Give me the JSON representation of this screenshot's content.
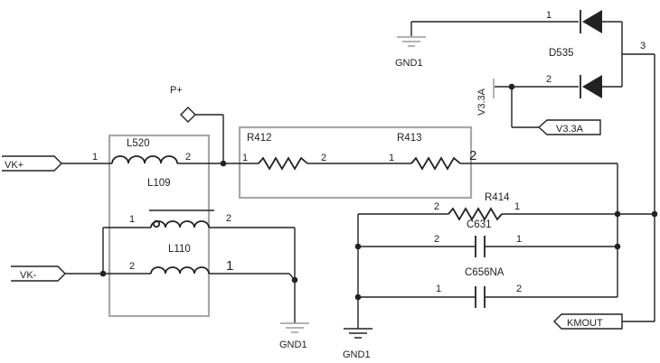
{
  "nets": {
    "vk_plus": "VK+",
    "vk_minus": "VK-",
    "p_plus": "P+",
    "v33a_flag": "V3.3A",
    "v33a_rail": "V3.3A",
    "kmout": "KMOUT",
    "gnd_top": "GND1",
    "gnd_mid": "GND1",
    "gnd_bottom": "GND1"
  },
  "components": {
    "l520": {
      "ref": "L520",
      "pin_1": "1",
      "pin_2": "2"
    },
    "l109": {
      "ref": "L109"
    },
    "l110": {
      "ref": "L110",
      "pin_1_top": "1",
      "pin_2_top": "2",
      "pin_2_bottom": "2",
      "pin_1_bottom": "1"
    },
    "r412": {
      "ref": "R412",
      "pin_1": "1",
      "pin_2": "2"
    },
    "r413": {
      "ref": "R413",
      "pin_1": "1",
      "pin_2": "2"
    },
    "r414": {
      "ref": "R414",
      "pin_2": "2",
      "pin_1": "1"
    },
    "c631": {
      "ref": "C631",
      "pin_2": "2",
      "pin_1": "1"
    },
    "c656na": {
      "ref": "C656NA",
      "pin_1": "1",
      "pin_2": "2"
    },
    "d535": {
      "ref": "D535",
      "pin_1": "1",
      "pin_2": "2",
      "pin_3": "3"
    }
  }
}
